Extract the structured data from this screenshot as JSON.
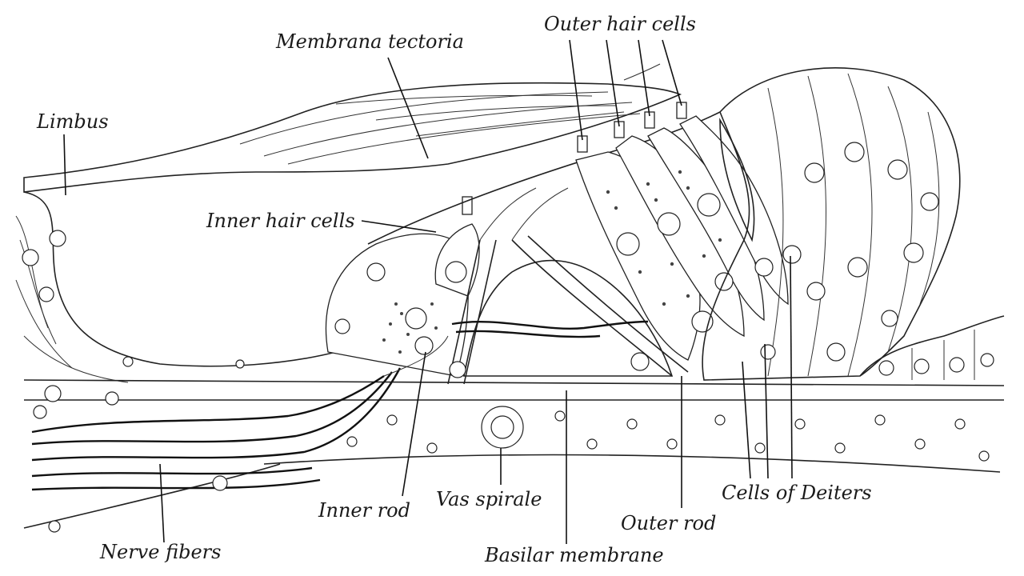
{
  "labels": {
    "membrana_tectoria": "Membrana tectoria",
    "outer_hair_cells": "Outer hair cells",
    "limbus": "Limbus",
    "inner_hair_cells": "Inner hair cells",
    "inner_rod": "Inner rod",
    "vas_spirale": "Vas spirale",
    "outer_rod": "Outer rod",
    "cells_of_deiters": "Cells of Deiters",
    "nerve_fibers": "Nerve fibers",
    "basilar_membrane": "Basilar membrane"
  },
  "colors": {
    "background": "#ffffff",
    "ink": "#222222"
  }
}
